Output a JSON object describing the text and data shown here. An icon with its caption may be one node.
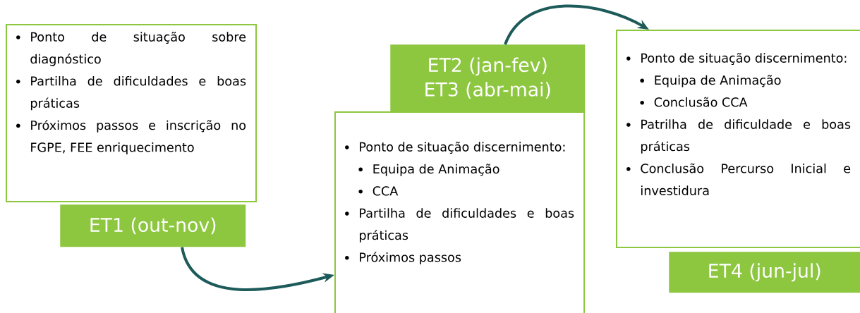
{
  "diagram": {
    "nodes": [
      {
        "text": [
          "Ponto de situação sobre diagnóstico",
          "Partilha de dificuldades e boas práticas",
          "Próximos passos e inscrição no FGPE, FEE enriquecimento"
        ]
      },
      {
        "text": [
          "ET1 (out-nov)"
        ]
      },
      {
        "text": [
          "Ponto de situação discernimento:",
          "Equipa de Animação",
          "CCA",
          "Partilha de dificuldades e boas práticas",
          "Próximos passos"
        ]
      },
      {
        "text": [
          "ET2 (jan-fev)",
          "ET3 (abr-mai)"
        ]
      },
      {
        "text": [
          "Ponto de situação discernimento:",
          "Equipa de Animação",
          "Conclusão CCA",
          "Patrilha de dificuldade e boas práticas",
          "Conclusão Percurso Inicial e investidura"
        ]
      },
      {
        "text": [
          "ET4 (jun-jul)"
        ]
      }
    ],
    "edges": [
      {
        "from": 1,
        "to": 2,
        "arrow": "to"
      },
      {
        "from": 3,
        "to": 4,
        "arrow": "to"
      }
    ]
  }
}
